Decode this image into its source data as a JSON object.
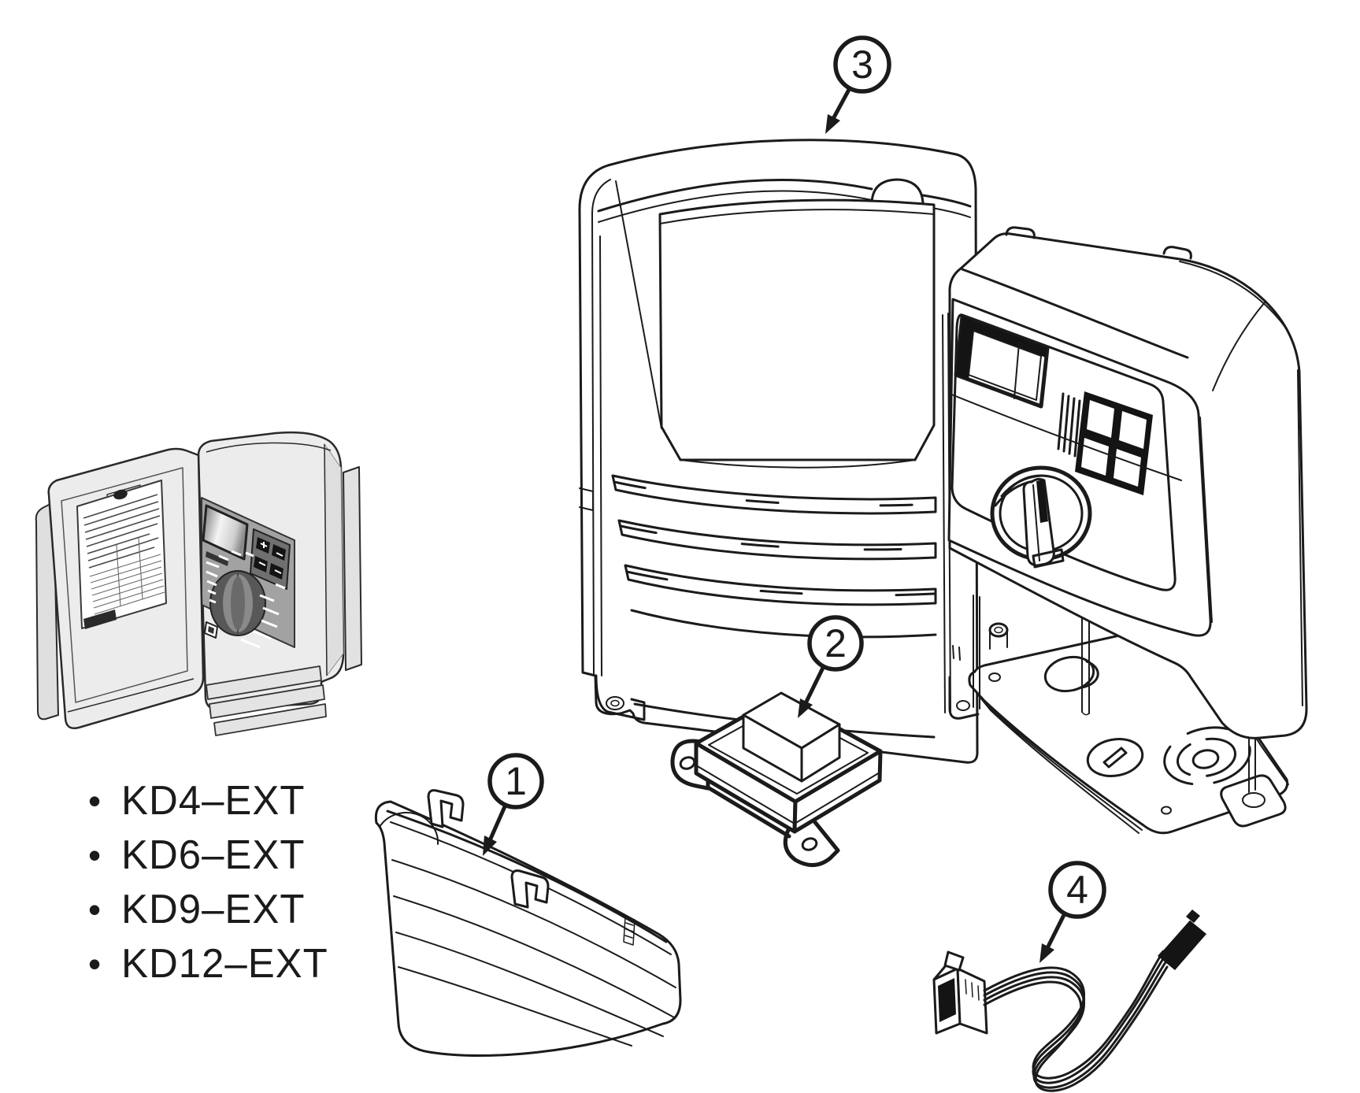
{
  "figure": {
    "type": "exploded-parts-diagram",
    "background": "#ffffff",
    "ink_color": "#1b1b1b",
    "body_gray": "#ececec",
    "panel_gray": "#a2a2a2",
    "dial_gray": "#585858",
    "button_black": "#141414"
  },
  "callouts": [
    {
      "label": "1"
    },
    {
      "label": "2"
    },
    {
      "label": "3"
    },
    {
      "label": "4"
    }
  ],
  "model_list": {
    "bullet": "•",
    "items": [
      "KD4–EXT",
      "KD6–EXT",
      "KD9–EXT",
      "KD12–EXT"
    ]
  }
}
